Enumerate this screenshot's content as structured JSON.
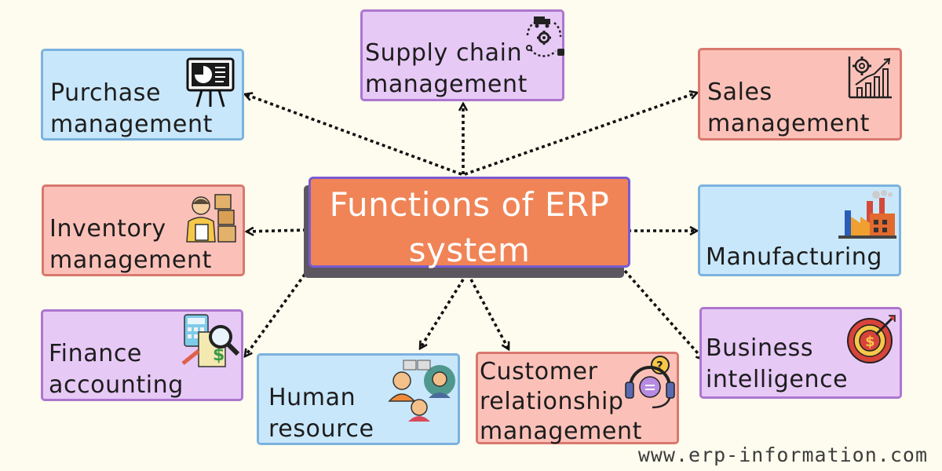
{
  "center": {
    "title": "Functions of ERP\nsystem"
  },
  "nodes": {
    "supply_chain": {
      "label": "Supply chain\nmanagement",
      "icon": "truck-gear-cycle-icon",
      "color": "purple"
    },
    "purchase": {
      "label": "Purchase\nmanagement",
      "icon": "presentation-chart-icon",
      "color": "blue"
    },
    "sales": {
      "label": "Sales\nmanagement",
      "icon": "gear-bar-chart-icon",
      "color": "pink"
    },
    "inventory": {
      "label": "Inventory\nmanagement",
      "icon": "worker-boxes-icon",
      "color": "pink"
    },
    "manufacturing": {
      "label": "Manufacturing",
      "icon": "factory-icon",
      "color": "blue"
    },
    "finance": {
      "label": "Finance\naccounting",
      "icon": "calculator-magnifier-icon",
      "color": "purple"
    },
    "human_resource": {
      "label": "Human\nresource",
      "icon": "people-team-icon",
      "color": "blue"
    },
    "crm": {
      "label": "Customer\nrelationship\nmanagement",
      "icon": "headset-question-icon",
      "color": "pink"
    },
    "business_intelligence": {
      "label": "Business\nintelligence",
      "icon": "target-dollar-icon",
      "color": "purple"
    }
  },
  "colors": {
    "background": "#fdfcee",
    "center_fill": "#f08456",
    "center_border": "#7a5bd1",
    "blue": "#c9e7fb",
    "pink": "#fbc1b9",
    "purple": "#e7c9f6"
  },
  "watermark": "www.erp-information.com"
}
